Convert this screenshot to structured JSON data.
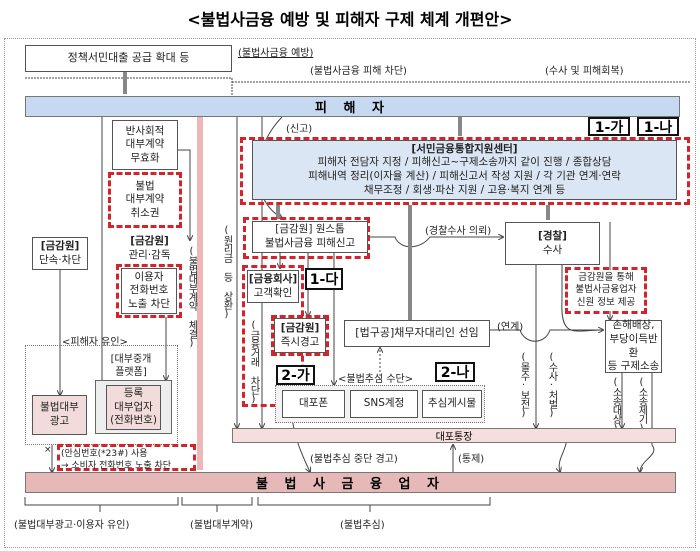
{
  "title": "<불법사금융 예방 및 피해자 구제 체계 개편안>",
  "sections": {
    "prevention": "(불법사금융 예방)",
    "damage_block": "(불법사금융 피해 차단)",
    "investigation": "(수사 및 피해회복)"
  },
  "policy_box": "정책서민대출 공급 확대 등",
  "victim_bar": "피 해 자",
  "report": "(신고)",
  "tags": {
    "t1a": "1-가",
    "t1b": "1-나",
    "t1c": "1-다",
    "t2a": "2-가",
    "t2b": "2-나"
  },
  "center": {
    "title": "[서민금융통합지원센터]",
    "l1": "피해자 전담자 지정 / 피해신고~구제소송까지 같이 진행 / 종합상담",
    "l2": "피해내역 정리(이자율 계산) / 피해신고서 작성 지원 / 각 기관 연계·연락",
    "l3": "채무조정 / 회생·파산 지원 / 고용·복지 연계 등"
  },
  "left": {
    "anti_social": [
      "반사회적",
      "대부계약",
      "무효화"
    ],
    "cancel": [
      "불법",
      "대부계약",
      "취소권"
    ],
    "fss_crack": [
      "[금감원]",
      "단속·차단"
    ],
    "fss_super": [
      "[금감원]",
      "관리·감독"
    ],
    "phone_block": [
      "이용자",
      "전화번호",
      "노출 차단"
    ],
    "lure": "<피해자 유인>",
    "platform": [
      "[대부중개",
      "플랫폼]"
    ],
    "registered": [
      "등록",
      "대부업자",
      "(전화번호)"
    ],
    "illegal_ad": [
      "불법대부",
      "광고"
    ],
    "safe_no_1": "(안심번호(*23#) 사용",
    "safe_no_2": "→ 소비자 전화번호 노출 차단",
    "x_mark": "×"
  },
  "vertical": {
    "contract": "(불법대부계약 체결)",
    "repay": "(원리금 등 상환)",
    "block_fin": "(금융거래 차단)",
    "confiscate": "(몰수·보전)",
    "punish": "(수사·처벌)",
    "suit_target": "(소송대상)",
    "suit_file": "(소송제기)"
  },
  "fss_onestop": [
    "[금감원] 원스톱",
    "불법사금융 피해신고"
  ],
  "police_request": "(경찰수사 의뢰)",
  "police": [
    "[경찰]",
    "수사"
  ],
  "info_provide": [
    "금감원을 통해",
    "불법사금융업자",
    "신원 정보 제공"
  ],
  "fin_co": [
    "[금융회사]",
    "고객확인"
  ],
  "fss_warn": [
    "[금감원]",
    "즉시경고"
  ],
  "legal": "[법구공]채무자대리인 선임",
  "link": "(연계)",
  "lawsuit": [
    "손해배상,",
    "부당이득반환",
    "등 구제소송"
  ],
  "collection_means": "<불법추심 수단>",
  "means": [
    "대포폰",
    "SNS계정",
    "추심게시물"
  ],
  "bank_bar": "대포통장",
  "stop_warn": "(불법추심 중단 경고)",
  "control": "(통제)",
  "lender_bar": "불 법 사 금 융 업 자",
  "bottom": {
    "b1": "(불법대부광고·이용자 유인)",
    "b2": "(불법대부계약)",
    "b3": "(불법추심)"
  },
  "colors": {
    "victim": "#c6d9f0",
    "lender": "#e6b9b8",
    "bank": "#f7dede",
    "red": "#d4232a"
  }
}
